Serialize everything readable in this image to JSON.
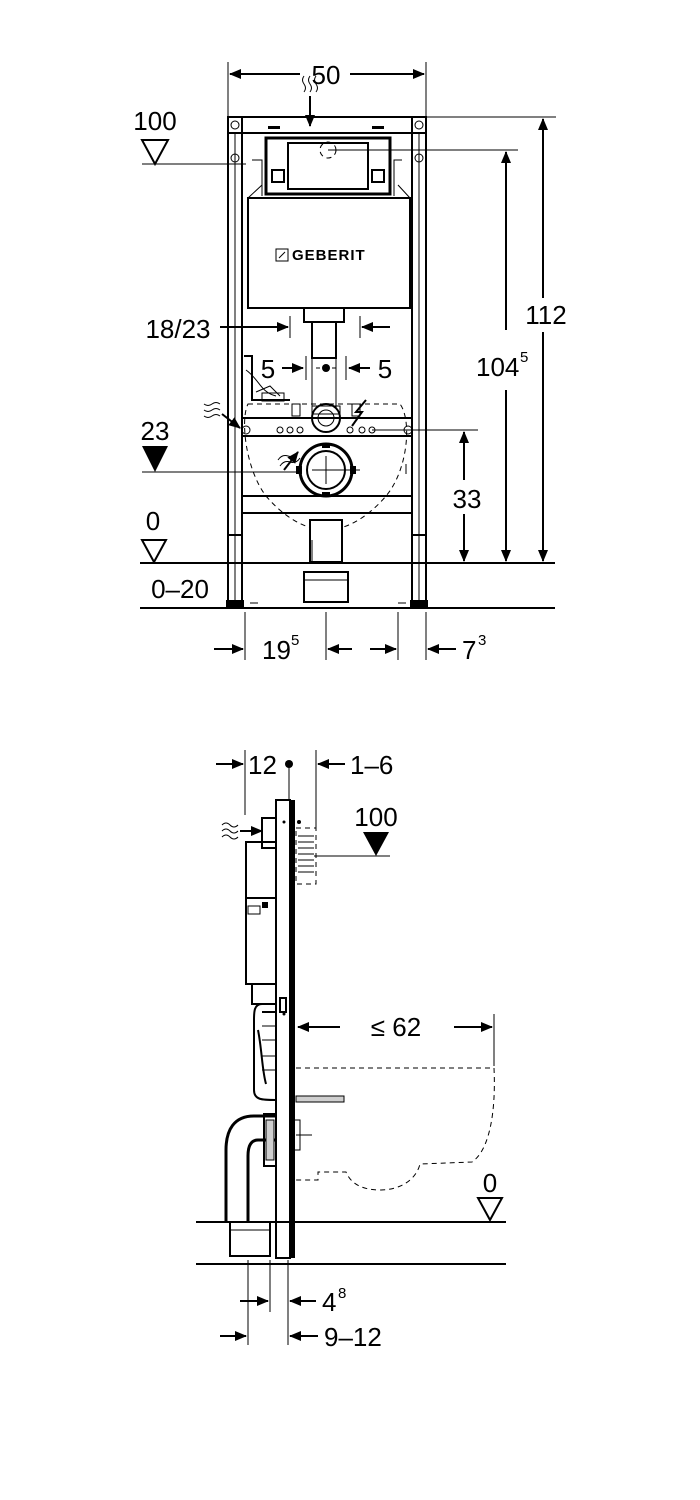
{
  "brand": "GEBERIT",
  "front_view": {
    "width_total": "50",
    "label_100": "100",
    "label_18_23": "18/23",
    "label_5_left": "5",
    "label_5_right": "5",
    "label_23": "23",
    "label_0": "0",
    "label_0_20": "0–20",
    "label_112": "112",
    "label_104_base": "104",
    "label_104_sup": "5",
    "label_33": "33",
    "label_19_base": "19",
    "label_19_sup": "5",
    "label_7_base": "7",
    "label_7_sup": "3"
  },
  "side_view": {
    "label_12": "12",
    "label_1_6": "1–6",
    "label_100": "100",
    "label_le62": "≤ 62",
    "label_0": "0",
    "label_4_base": "4",
    "label_4_sup": "8",
    "label_9_12": "9–12"
  }
}
